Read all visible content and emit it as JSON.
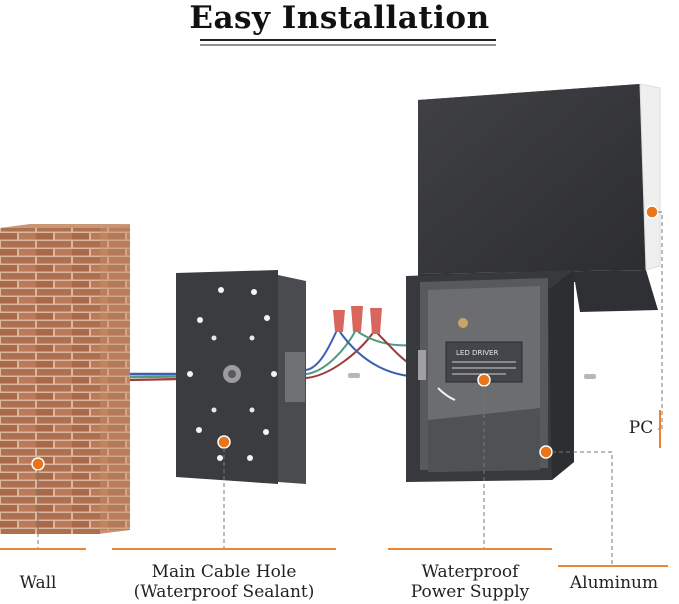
{
  "title": "Easy Installation",
  "labels": {
    "wall": "Wall",
    "cable_hole_line1": "Main Cable Hole",
    "cable_hole_line2": "(Waterproof Sealant)",
    "power_supply_line1": "Waterproof",
    "power_supply_line2": "Power Supply",
    "aluminum": "Aluminum",
    "pc": "PC"
  },
  "driver_text": "LED DRIVER",
  "colors": {
    "accent": "#e8751a",
    "housing": "#3a3b3e",
    "brick": "#b0704f",
    "mortar": "#d9b8a0",
    "wire_nut": "#d9665c"
  }
}
